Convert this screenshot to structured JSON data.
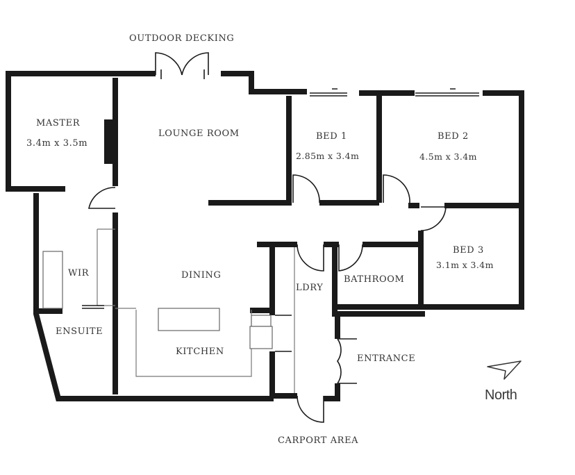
{
  "labels": {
    "outdoor_decking": "OUTDOOR DECKING",
    "master": "MASTER",
    "master_size": "3.4m x 3.5m",
    "lounge": "LOUNGE ROOM",
    "bed1": "BED 1",
    "bed1_size": "2.85m x 3.4m",
    "bed2": "BED 2",
    "bed2_size": "4.5m x 3.4m",
    "bed3": "BED 3",
    "bed3_size": "3.1m x 3.4m",
    "wir": "WIR",
    "dining": "DINING",
    "ldry": "LDRY",
    "bathroom": "BATHROOM",
    "ensuite": "ENSUITE",
    "kitchen": "KITCHEN",
    "entrance": "ENTRANCE",
    "north": "North",
    "carport": "CARPORT AREA"
  }
}
